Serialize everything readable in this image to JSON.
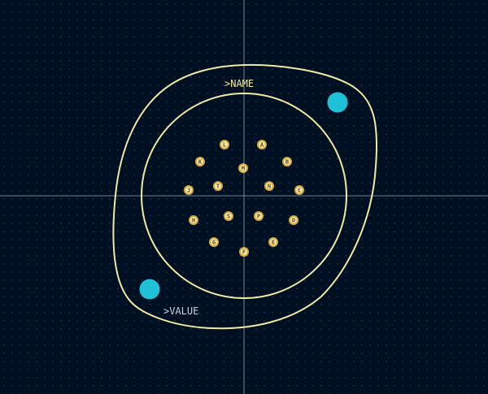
{
  "footprint": {
    "name_ref": ">NAME",
    "value_ref": ">VALUE"
  },
  "colors": {
    "background": "#001023",
    "grid_dot": "#3a4a5e",
    "crosshair": "#9aa3b0",
    "silkscreen": "#f2e9a0",
    "pad_ring": "#d9a93a",
    "pad_fill": "#f4e7b0",
    "mounting_hole": "#1ec1d6",
    "name_text": "#f2e9a0",
    "value_text": "#c8d0d8"
  },
  "pads": [
    {
      "label": "L"
    },
    {
      "label": "A"
    },
    {
      "label": "K"
    },
    {
      "label": "M"
    },
    {
      "label": "B"
    },
    {
      "label": "J"
    },
    {
      "label": "T"
    },
    {
      "label": "N"
    },
    {
      "label": "C"
    },
    {
      "label": "H"
    },
    {
      "label": "S"
    },
    {
      "label": "P"
    },
    {
      "label": "D"
    },
    {
      "label": "G"
    },
    {
      "label": "E"
    },
    {
      "label": "F"
    }
  ]
}
